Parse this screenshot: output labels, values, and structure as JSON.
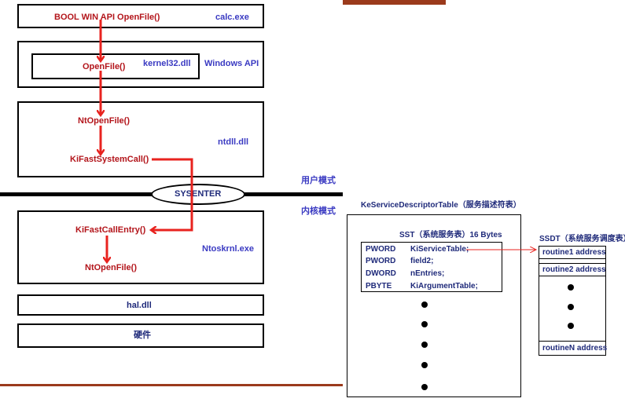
{
  "left": {
    "calc_box": {
      "func": "BOOL WIN API OpenFile()",
      "module": "calc.exe"
    },
    "kernel_box": {
      "func": "OpenFile()",
      "module": "kernel32.dll",
      "layer": "Windows API"
    },
    "ntdll_box": {
      "func1": "NtOpenFile()",
      "func2": "KiFastSystemCall()",
      "module": "ntdll.dll"
    },
    "sysenter": "SYSENTER",
    "user_mode": "用户模式",
    "kernel_mode": "内核模式",
    "ntoskrnl_box": {
      "func1": "KiFastCallEntry()",
      "func2": "NtOpenFile()",
      "module": "Ntoskrnl.exe"
    },
    "hal": "hal.dll",
    "hardware": "硬件"
  },
  "right": {
    "kst_title": "KeServiceDescriptorTable（服务描述符表）",
    "sst_title": "SST（系统服务表）16 Bytes",
    "sst_rows": [
      {
        "type": "PWORD",
        "name": "KiServiceTable;"
      },
      {
        "type": "PWORD",
        "name": "field2;"
      },
      {
        "type": "DWORD",
        "name": "nEntries;"
      },
      {
        "type": "PBYTE",
        "name": "KiArgumentTable;"
      }
    ],
    "ssdt_title": "SSDT（系统服务调度表）",
    "ssdt_rows": [
      "routine1 address",
      "routine2 address",
      "routineN address"
    ]
  },
  "colors": {
    "arrow": "#e8231f",
    "text_red": "#b3151b",
    "text_blue": "#3a3ac2",
    "bar": "#9b3a1c"
  }
}
